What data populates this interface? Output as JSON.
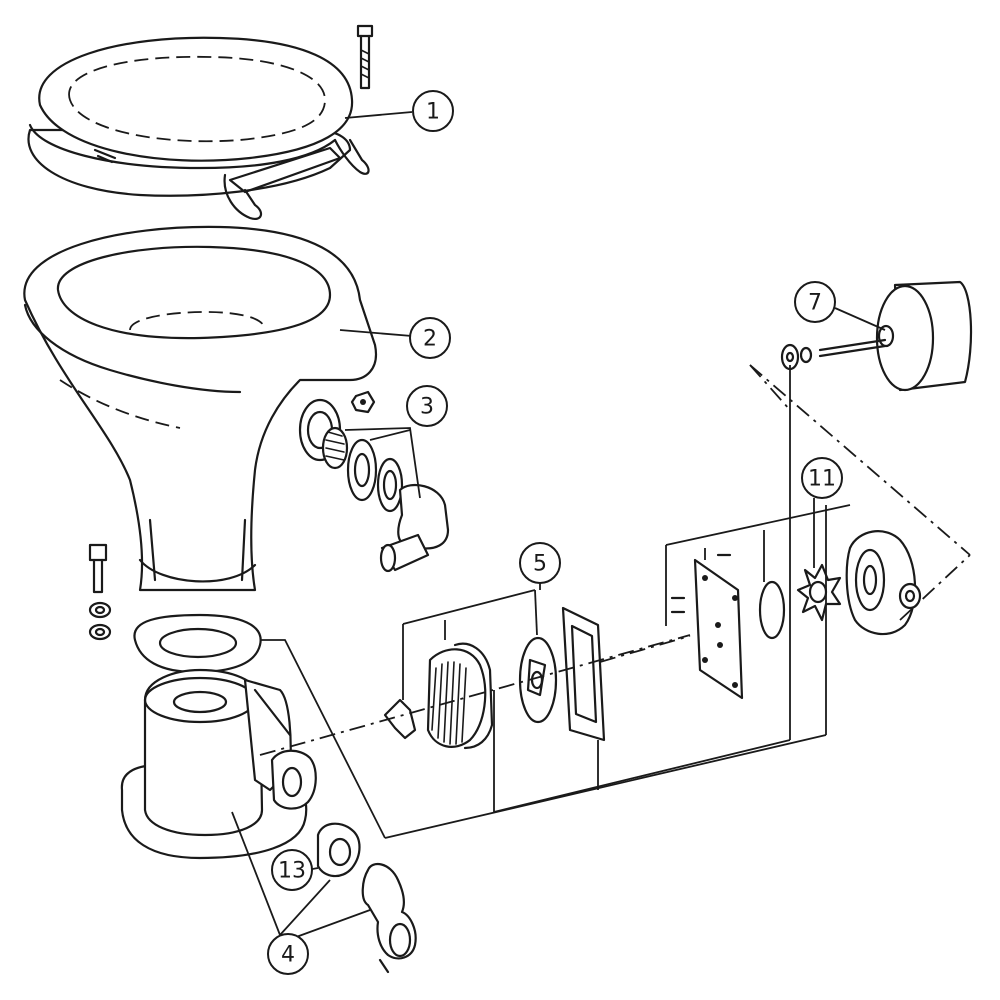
{
  "colors": {
    "line": "#1a1a1a",
    "background": "#ffffff"
  },
  "callouts": [
    {
      "id": "seat-and-lid",
      "label": "1"
    },
    {
      "id": "bowl",
      "label": "2"
    },
    {
      "id": "inlet-fitting",
      "label": "3"
    },
    {
      "id": "pump-base",
      "label": "4"
    },
    {
      "id": "macerator",
      "label": "5"
    },
    {
      "id": "motor",
      "label": "7"
    },
    {
      "id": "flush-pump",
      "label": "11"
    },
    {
      "id": "discharge-flange",
      "label": "13"
    }
  ]
}
